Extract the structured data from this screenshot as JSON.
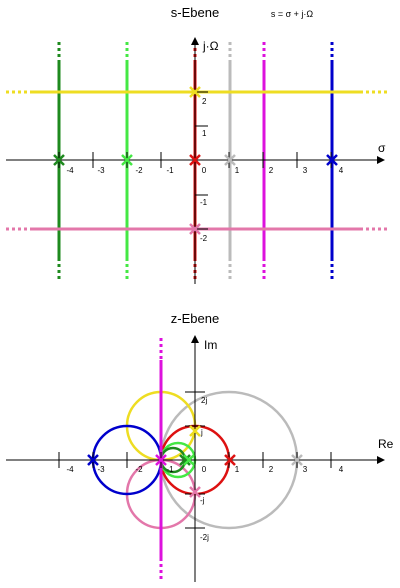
{
  "s_plane": {
    "title": "s-Ebene",
    "equation": "s = σ + j·Ω",
    "axis_re_label": "σ",
    "axis_im_label": "j·Ω",
    "x_ticks": [
      "-4",
      "-3",
      "-2",
      "-1",
      "0",
      "1",
      "2",
      "3",
      "4"
    ],
    "y_ticks": [
      "2",
      "1",
      "-1",
      "-2"
    ],
    "vertical_lines": [
      {
        "sigma": -4,
        "color": "#1e8a1e"
      },
      {
        "sigma": -2,
        "color": "#44e844"
      },
      {
        "sigma": 0,
        "color": "#dd1111"
      },
      {
        "sigma": 1,
        "color": "#bbbbbb"
      },
      {
        "sigma": 2,
        "color": "#dd11dd"
      },
      {
        "sigma": 4,
        "color": "#0000cc"
      }
    ],
    "horizontal_lines": [
      {
        "omega": 2,
        "color": "#eedd22"
      },
      {
        "omega": -2,
        "color": "#e377aa"
      }
    ]
  },
  "z_plane": {
    "title": "z-Ebene",
    "axis_re_label": "Re",
    "axis_im_label": "Im",
    "x_ticks": [
      "-4",
      "-3",
      "-2",
      "-1",
      "0",
      "1",
      "2",
      "3",
      "4"
    ],
    "y_ticks": [
      "2j",
      "j",
      "-j",
      "-2j"
    ]
  },
  "colors": {
    "dark_green": "#1e8a1e",
    "light_green": "#44e844",
    "red": "#dd1111",
    "gray": "#bbbbbb",
    "magenta": "#dd11dd",
    "blue": "#0000cc",
    "yellow": "#eedd22",
    "pink": "#e377aa"
  }
}
